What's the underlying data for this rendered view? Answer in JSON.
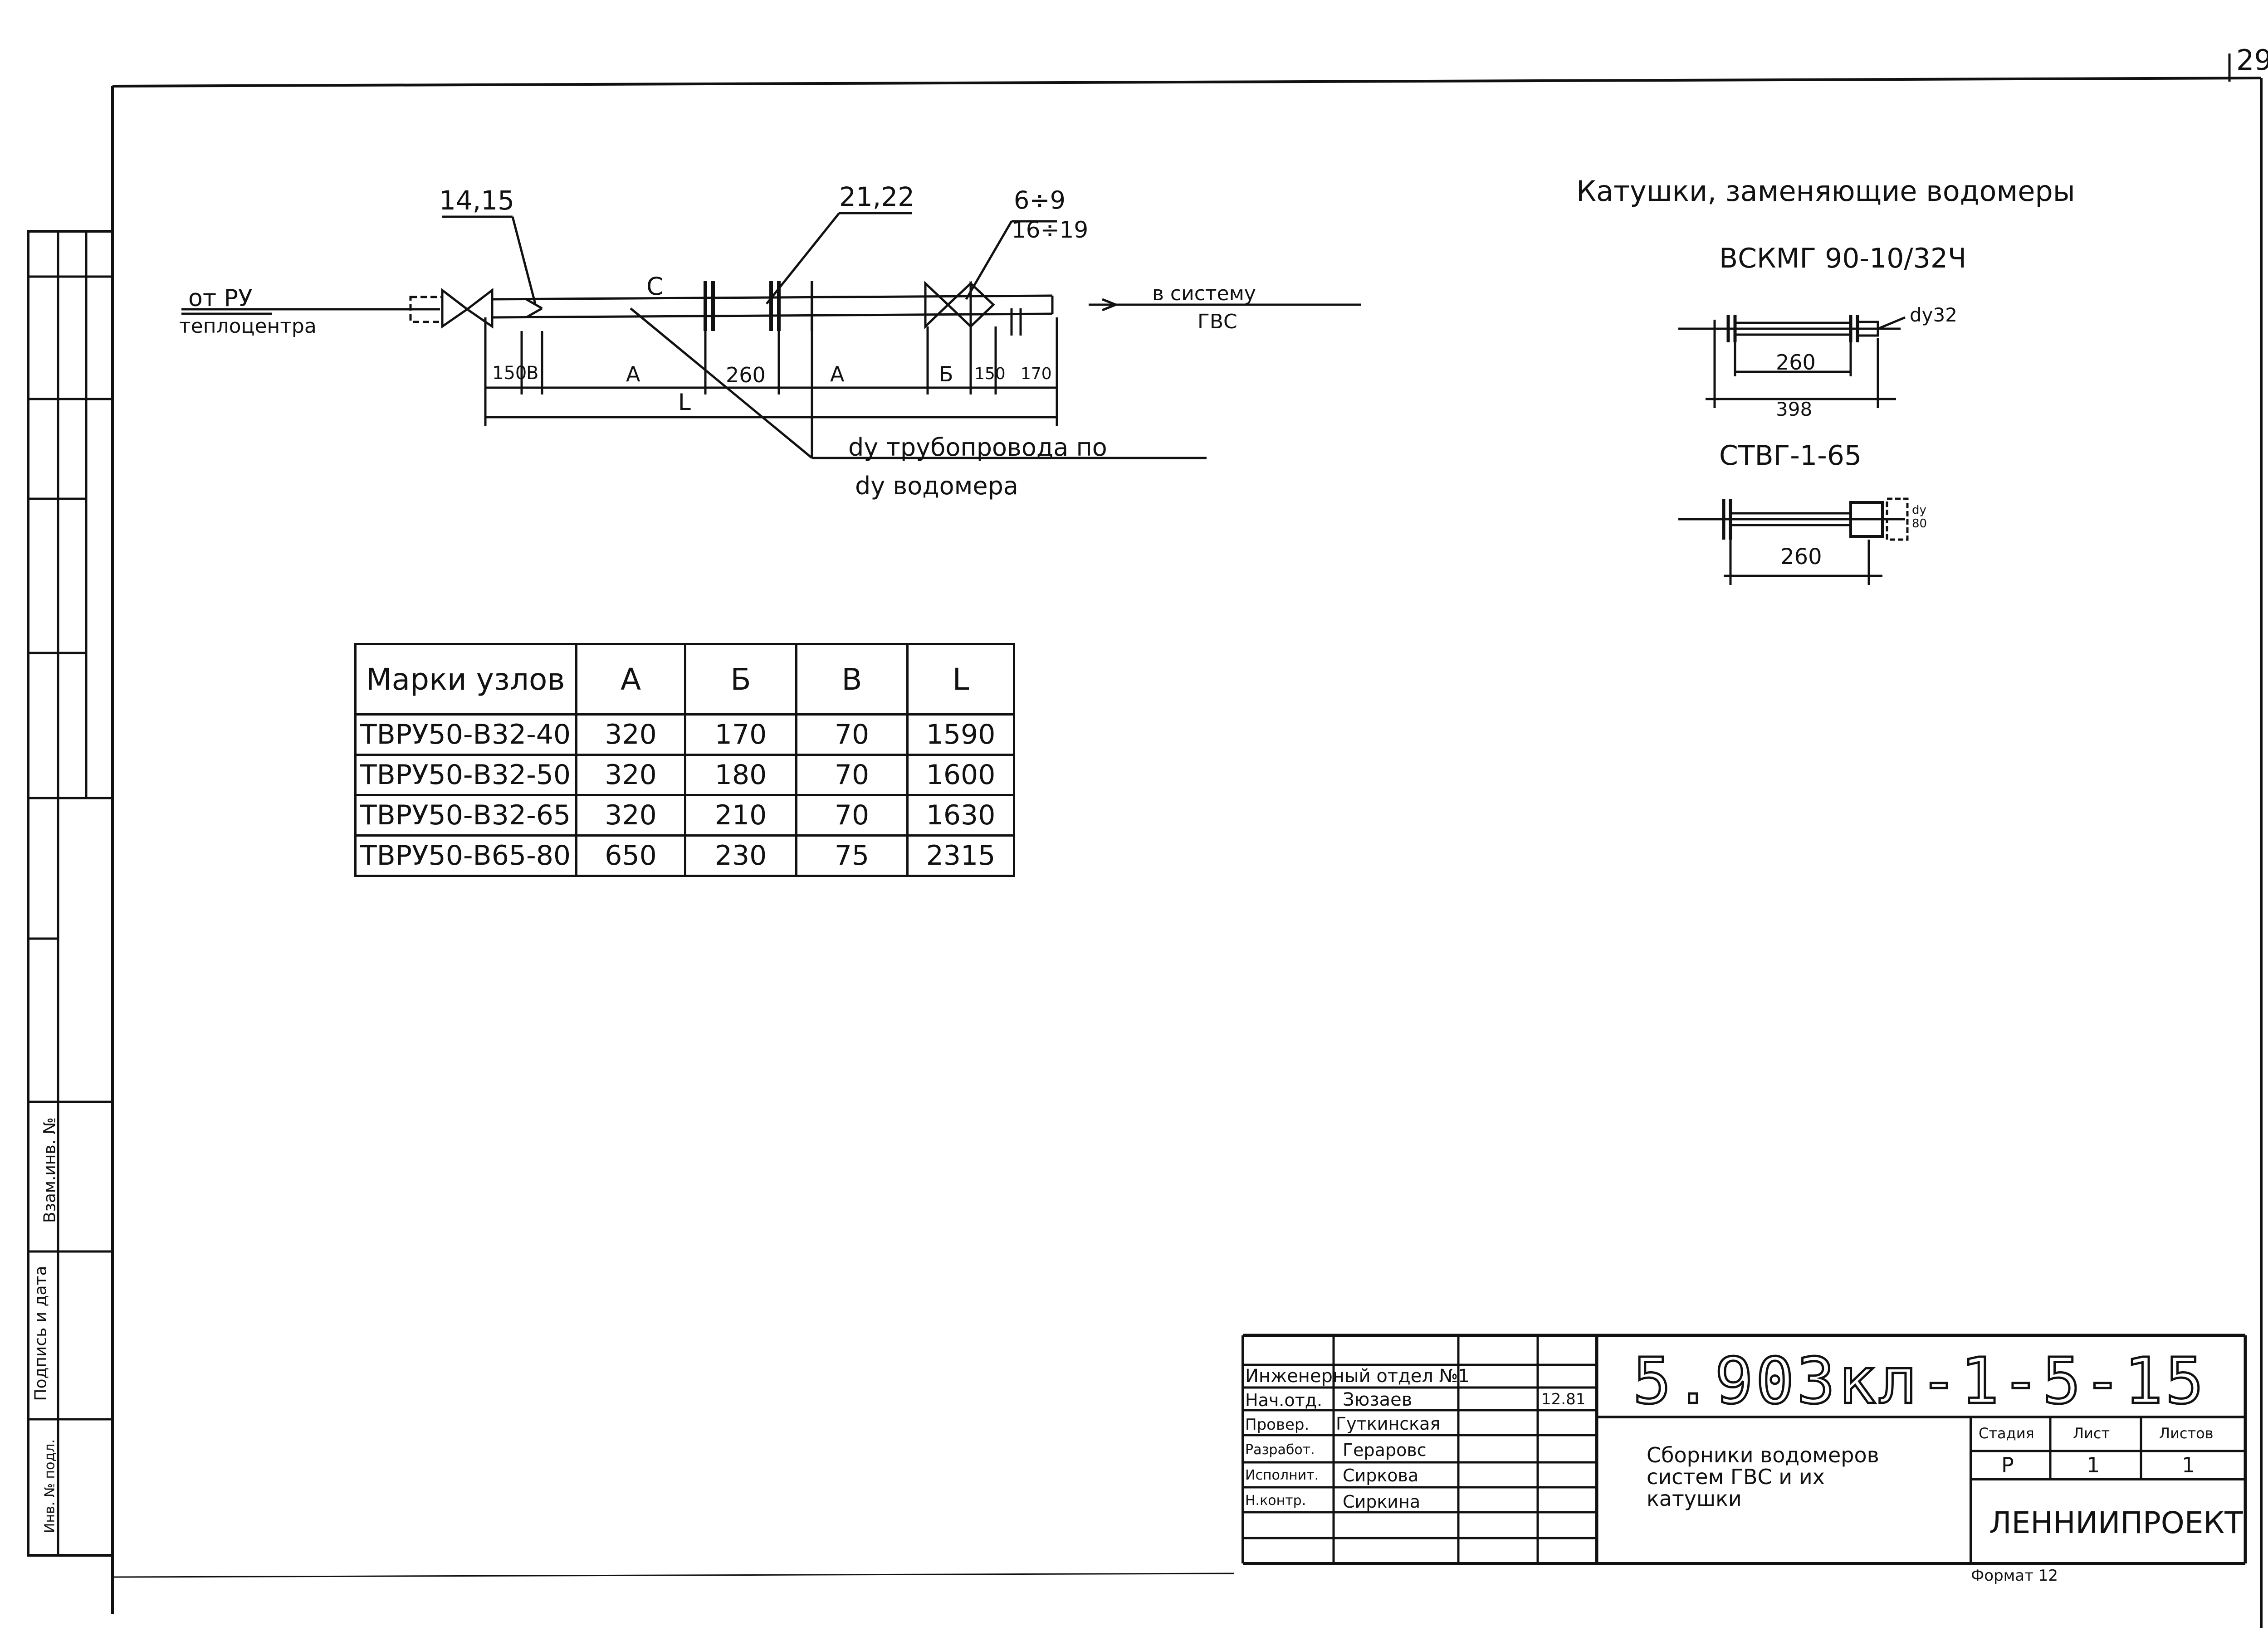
{
  "sheet_number": "29",
  "diagram": {
    "callouts": {
      "pos_left": "14,15",
      "pos_mid": "21,22",
      "pos_right_top": "6÷9",
      "pos_right_bottom": "16÷19",
      "center_mark": "С"
    },
    "inlet": {
      "line1": "от РУ",
      "line2": "теплоцентра"
    },
    "outlet": {
      "line1": "в систему",
      "line2": "ГВС"
    },
    "dims": {
      "d150a": "150",
      "d8": "В",
      "dA1": "А",
      "d260": "260",
      "dA2": "А",
      "dB": "Б",
      "d150b": "150",
      "d170": "170",
      "dL": "L"
    },
    "note_line1": "dу трубопровода по",
    "note_line2": "dу водомера"
  },
  "coils": {
    "title": "Катушки, заменяющие водомеры",
    "coil1": {
      "name": "ВСКМГ 90-10/32Ч",
      "dy": "dу32",
      "dim_inner": "260",
      "dim_outer": "398"
    },
    "coil2": {
      "name": "СТВГ-1-65",
      "side_label": "dу 80",
      "dim_inner": "260"
    }
  },
  "table": {
    "header": [
      "Марки узлов",
      "А",
      "Б",
      "В",
      "L"
    ],
    "rows": [
      [
        "ТВРУ50-В32-40",
        "320",
        "170",
        "70",
        "1590"
      ],
      [
        "ТВРУ50-В32-50",
        "320",
        "180",
        "70",
        "1600"
      ],
      [
        "ТВРУ50-В32-65",
        "320",
        "210",
        "70",
        "1630"
      ],
      [
        "ТВРУ50-В65-80",
        "650",
        "230",
        "75",
        "2315"
      ]
    ]
  },
  "margin": {
    "label1": "Взам.инв. №",
    "label2": "Подпись и дата",
    "label3": "Инв. № подл."
  },
  "title_block": {
    "code": "5.903кл-1-5-15",
    "dept": "Инженерный отдел №1",
    "roles": [
      "Нач.отд.",
      "Провер.",
      "Разработ.",
      "Исполнит.",
      "Н.контр."
    ],
    "names": [
      "Зюзаев",
      "Гуткинская",
      "Гераровс",
      "Сиркова",
      "Сиркина"
    ],
    "date": "12.81",
    "description": "Сборники водомеров систем ГВС и их катушки",
    "stage_label": "Стадия",
    "sheet_label": "Лист",
    "sheets_label": "Листов",
    "stage": "Р",
    "sheet": "1",
    "sheets": "1",
    "org": "ЛЕННИИПРОЕКТ",
    "format": "Формат 12"
  }
}
